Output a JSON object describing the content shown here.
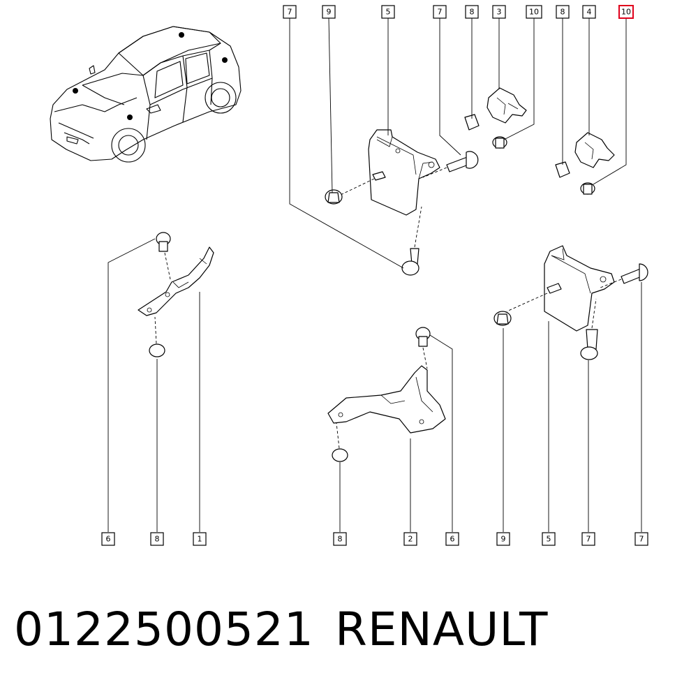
{
  "top_callouts": [
    "7",
    "9",
    "5",
    "7",
    "8",
    "3",
    "10",
    "8",
    "4",
    "10"
  ],
  "bottom_callouts": [
    "6",
    "8",
    "1",
    "8",
    "2",
    "6",
    "9",
    "5",
    "7",
    "7"
  ],
  "highlight_color": "#e0001b",
  "footer": {
    "part_number": "0122500521",
    "brand": "RENAULT"
  }
}
